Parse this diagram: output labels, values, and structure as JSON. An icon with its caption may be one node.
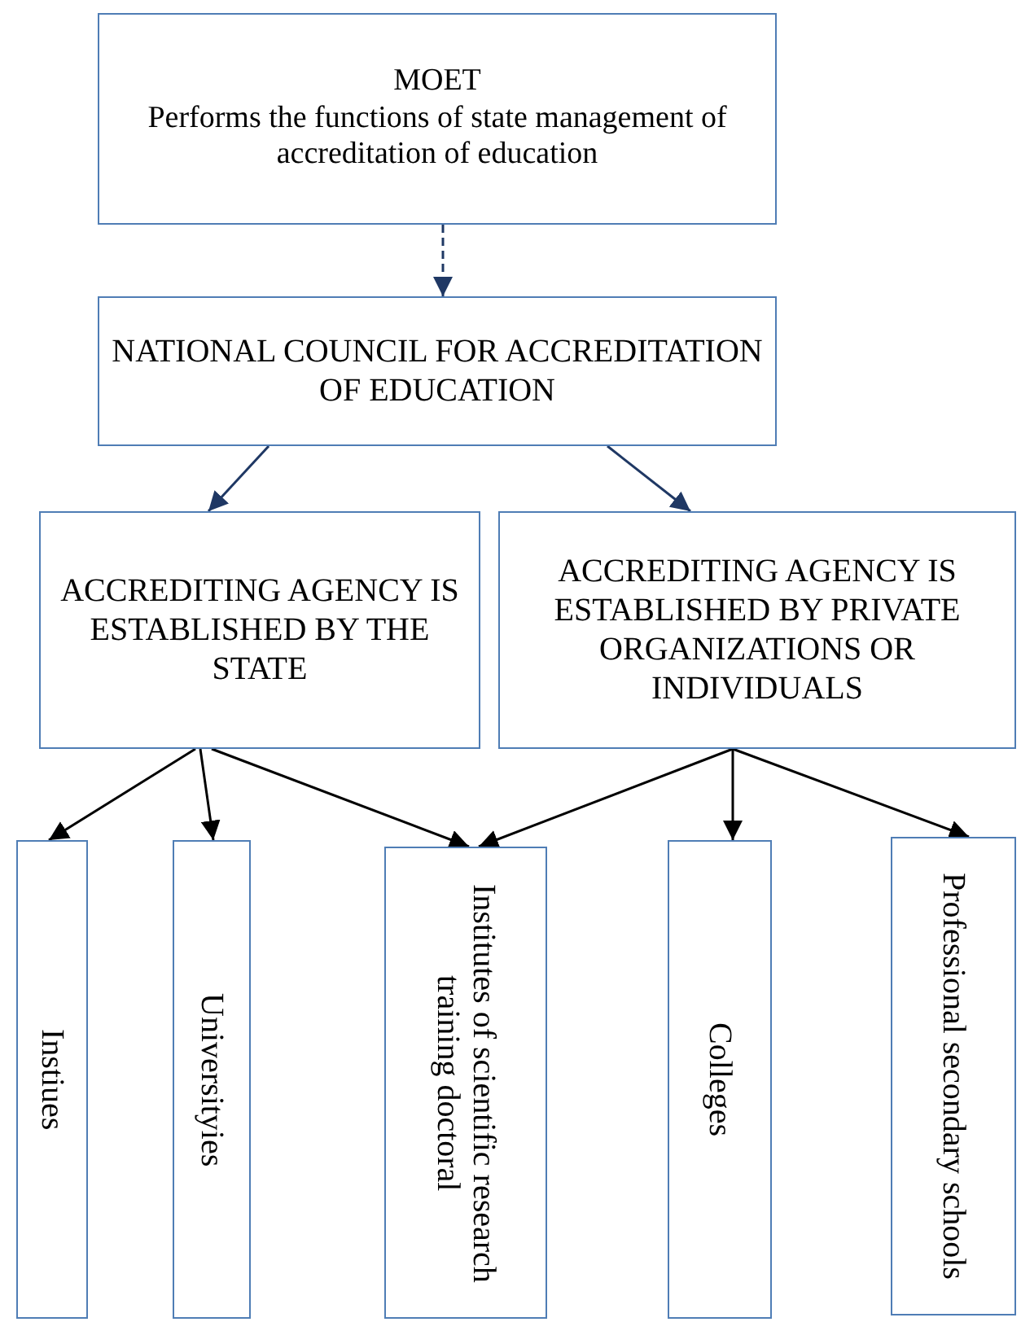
{
  "diagram": {
    "nodes": [
      {
        "text": [
          "MOET",
          "Performs the functions of state management of accreditation of education"
        ]
      },
      {
        "text": [
          "NATIONAL COUNCIL FOR ACCREDITATION OF EDUCATION"
        ]
      },
      {
        "text": [
          "ACCREDITING AGENCY IS ESTABLISHED BY THE STATE"
        ]
      },
      {
        "text": [
          "ACCREDITING AGENCY IS ESTABLISHED BY PRIVATE ORGANIZATIONS OR INDIVIDUALS"
        ]
      },
      {
        "text": [
          "Instiues"
        ]
      },
      {
        "text": [
          "Universityies"
        ]
      },
      {
        "text": [
          "Institutes of scientific research training doctoral"
        ]
      },
      {
        "text": [
          "Colleges"
        ]
      },
      {
        "text": [
          "Professional secondary schools"
        ]
      }
    ],
    "edges": [
      {
        "from": 0,
        "to": 1,
        "arrow": "to",
        "style": "dashed",
        "color": "#1f3864"
      },
      {
        "from": 1,
        "to": 2,
        "arrow": "to",
        "color": "#1f3864"
      },
      {
        "from": 1,
        "to": 3,
        "arrow": "to",
        "color": "#1f3864"
      },
      {
        "from": 2,
        "to": 4,
        "arrow": "to"
      },
      {
        "from": 2,
        "to": 5,
        "arrow": "to"
      },
      {
        "from": 2,
        "to": 6,
        "arrow": "to"
      },
      {
        "from": 3,
        "to": 6,
        "arrow": "to"
      },
      {
        "from": 3,
        "to": 7,
        "arrow": "to"
      },
      {
        "from": 3,
        "to": 8,
        "arrow": "to"
      }
    ]
  }
}
